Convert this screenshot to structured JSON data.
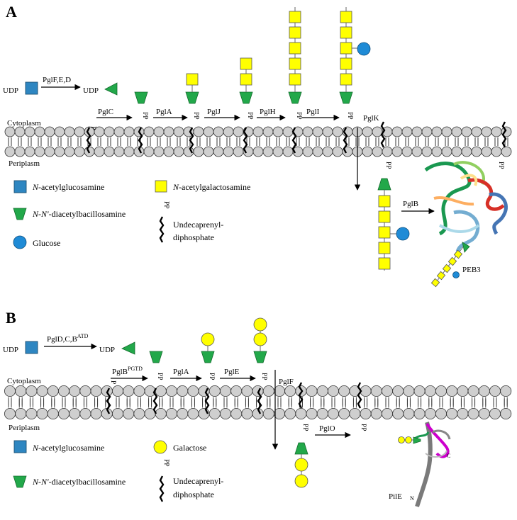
{
  "panel_a": {
    "letter": "A",
    "udp": "UDP",
    "enzyme_first": "PglF,E,D",
    "enzymes": [
      "PglC",
      "PglA",
      "PglJ",
      "PglH",
      "PglI"
    ],
    "flippase": "PglK",
    "ost": "PglB",
    "protein": "PEB3",
    "cytoplasm": "Cytoplasm",
    "periplasm": "Periplasm",
    "p": "P",
    "pp": "PP",
    "legend": {
      "glcnac_prefix": "N",
      "glcnac_rest": "-acetylglucosamine",
      "galnac_prefix": "N",
      "galnac_rest": "-acetylgalactosamine",
      "bac_prefix": "N-N′",
      "bac_rest": "-diacetylbacillosamine",
      "glucose": "Glucose",
      "und_line1": "Undecaprenyl-",
      "und_line2": "diphosphate"
    }
  },
  "panel_b": {
    "letter": "B",
    "udp": "UDP",
    "enzyme_first": "PglD,C,B",
    "enzyme_first_sup": "ATD",
    "enzyme_pglb": "PglB",
    "enzyme_pglb_sup": "PGTD",
    "enzymes": [
      "PglA",
      "PglE"
    ],
    "flippase": "PglF",
    "ost": "PglO",
    "protein": "PilE",
    "protein_n": "N",
    "protein_c": "C",
    "cytoplasm": "Cytoplasm",
    "periplasm": "Periplasm",
    "p": "P",
    "pp": "PP",
    "legend": {
      "glcnac_prefix": "N",
      "glcnac_rest": "-acetylglucosamine",
      "galactose": "Galactose",
      "bac_prefix": "N-N′",
      "bac_rest": "-diacetylbacillosamine",
      "und_line1": "Undecaprenyl-",
      "und_line2": "diphosphate"
    }
  },
  "colors": {
    "glcnac": "#2e86c1",
    "galnac": "#ffff00",
    "glucose": "#1f8bd6",
    "galactose": "#ffff00",
    "bacillosamine": "#22a84a",
    "membrane_head": "#cfcfcf"
  }
}
